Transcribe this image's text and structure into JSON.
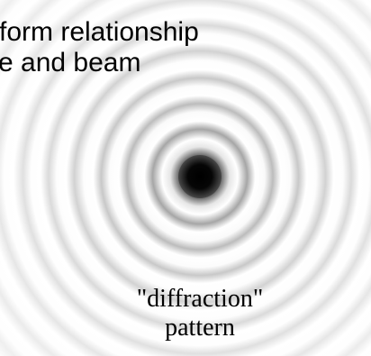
{
  "title": {
    "line1": "form relationship",
    "line2": "e and beam"
  },
  "caption": {
    "line1": "\"diffraction\"",
    "line2": "pattern"
  },
  "colors": {
    "background": "#ffffff",
    "text": "#000000",
    "spot": "#000000",
    "ring_shade": "#b4b4b4"
  }
}
